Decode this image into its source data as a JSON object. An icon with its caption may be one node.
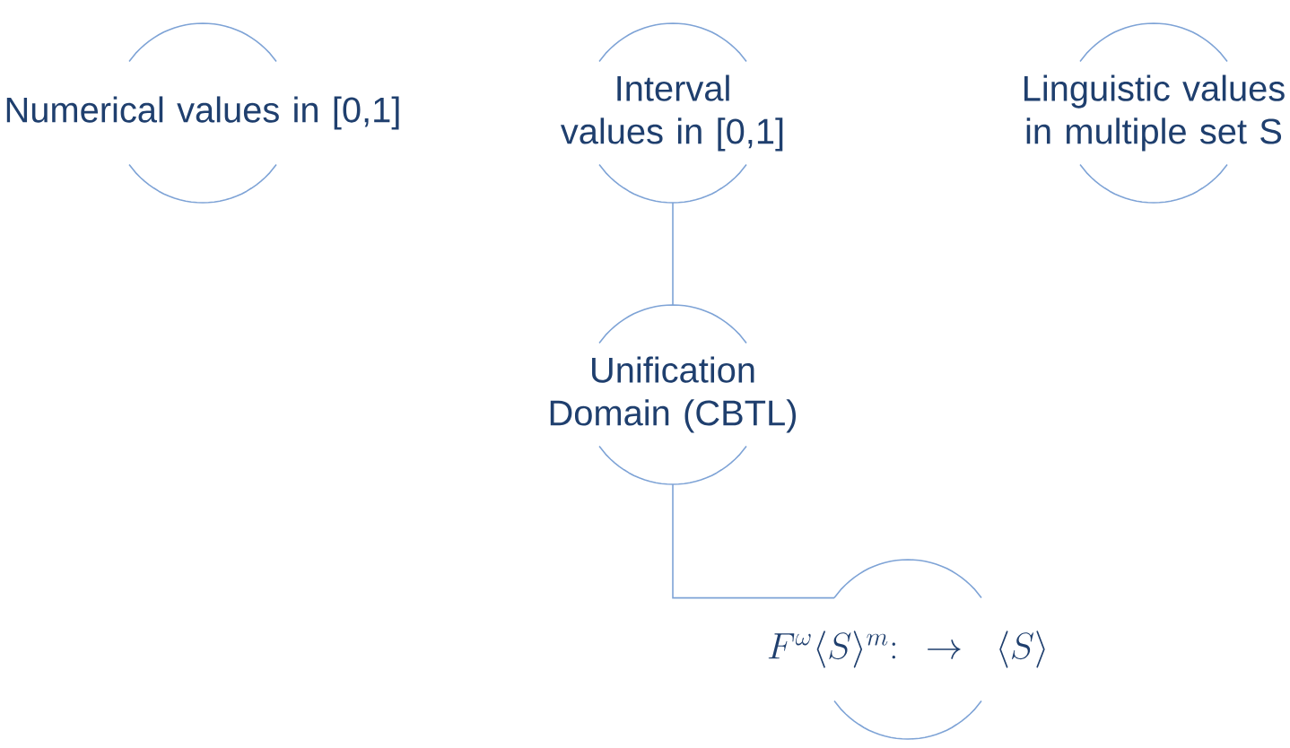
{
  "diagram": {
    "nodes": [
      {
        "text": [
          "Numerical values in [0,1]"
        ]
      },
      {
        "text": [
          "Interval values in [0,1]"
        ]
      },
      {
        "text": [
          "Linguistic values in multiple set S"
        ]
      },
      {
        "text": [
          "Unification Domain (CBTL)"
        ]
      },
      {
        "text": [
          "F^{\\omega}\\langle S\\rangle^{m}{:}\\,\\to\\ \\langle S\\rangle"
        ]
      }
    ],
    "edges": [
      {
        "from": 1,
        "to": 3,
        "arrow": "none"
      },
      {
        "from": 3,
        "to": 4,
        "arrow": "none"
      }
    ]
  }
}
